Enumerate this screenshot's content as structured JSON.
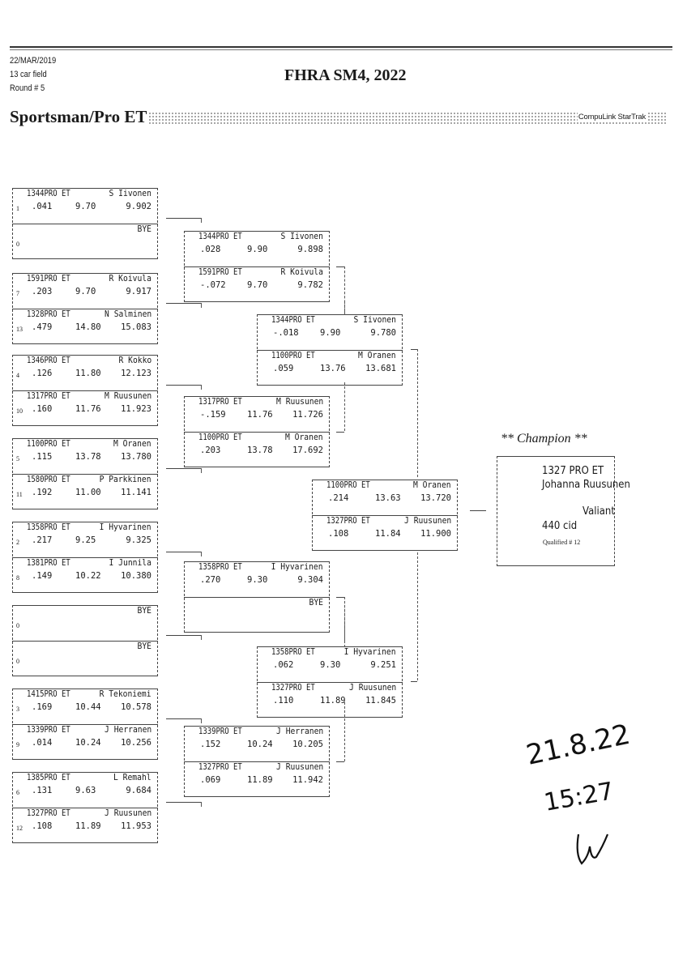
{
  "header": {
    "date": "22/MAR/2019",
    "field": "13 car field",
    "round": "Round # 5",
    "title": "FHRA SM4, 2022",
    "class_title": "Sportsman/Pro ET",
    "brand": "CompuLink StarTrak"
  },
  "round1": [
    {
      "top": {
        "car": "1344PRO ET",
        "driver": "S Iivonen",
        "seed": "1",
        "rt": ".041",
        "dial": "9.70",
        "et": "9.902"
      },
      "bot": {
        "car": "",
        "driver": "BYE",
        "seed": "0",
        "rt": "",
        "dial": "",
        "et": ""
      }
    },
    {
      "top": {
        "car": "1591PRO ET",
        "driver": "R Koivula",
        "seed": "7",
        "rt": ".203",
        "dial": "9.70",
        "et": "9.917"
      },
      "bot": {
        "car": "1328PRO ET",
        "driver": "N Salminen",
        "seed": "13",
        "rt": ".479",
        "dial": "14.80",
        "et": "15.083"
      }
    },
    {
      "top": {
        "car": "1346PRO ET",
        "driver": "R Kokko",
        "seed": "4",
        "rt": ".126",
        "dial": "11.80",
        "et": "12.123"
      },
      "bot": {
        "car": "1317PRO ET",
        "driver": "M Ruusunen",
        "seed": "10",
        "rt": ".160",
        "dial": "11.76",
        "et": "11.923"
      }
    },
    {
      "top": {
        "car": "1100PRO ET",
        "driver": "M Oranen",
        "seed": "5",
        "rt": ".115",
        "dial": "13.78",
        "et": "13.780"
      },
      "bot": {
        "car": "1580PRO ET",
        "driver": "P Parkkinen",
        "seed": "11",
        "rt": ".192",
        "dial": "11.00",
        "et": "11.141"
      }
    },
    {
      "top": {
        "car": "1358PRO ET",
        "driver": "I Hyvarinen",
        "seed": "2",
        "rt": ".217",
        "dial": "9.25",
        "et": "9.325"
      },
      "bot": {
        "car": "1381PRO ET",
        "driver": "I Junnila",
        "seed": "8",
        "rt": ".149",
        "dial": "10.22",
        "et": "10.380"
      }
    },
    {
      "top": {
        "car": "",
        "driver": "BYE",
        "seed": "0",
        "rt": "",
        "dial": "",
        "et": ""
      },
      "bot": {
        "car": "",
        "driver": "BYE",
        "seed": "0",
        "rt": "",
        "dial": "",
        "et": ""
      }
    },
    {
      "top": {
        "car": "1415PRO ET",
        "driver": "R Tekoniemi",
        "seed": "3",
        "rt": ".169",
        "dial": "10.44",
        "et": "10.578"
      },
      "bot": {
        "car": "1339PRO ET",
        "driver": "J Herranen",
        "seed": "9",
        "rt": ".014",
        "dial": "10.24",
        "et": "10.256"
      }
    },
    {
      "top": {
        "car": "1385PRO ET",
        "driver": "L Remahl",
        "seed": "6",
        "rt": ".131",
        "dial": "9.63",
        "et": "9.684"
      },
      "bot": {
        "car": "1327PRO ET",
        "driver": "J Ruusunen",
        "seed": "12",
        "rt": ".108",
        "dial": "11.89",
        "et": "11.953"
      }
    }
  ],
  "round2": [
    {
      "top": {
        "car": "1344PRO ET",
        "driver": "S Iivonen",
        "seed": "",
        "rt": ".028",
        "dial": "9.90",
        "et": "9.898"
      },
      "bot": {
        "car": "1591PRO ET",
        "driver": "R Koivula",
        "seed": "",
        "rt": "-.072",
        "dial": "9.70",
        "et": "9.782"
      }
    },
    {
      "top": {
        "car": "1317PRO ET",
        "driver": "M Ruusunen",
        "seed": "",
        "rt": "-.159",
        "dial": "11.76",
        "et": "11.726"
      },
      "bot": {
        "car": "1100PRO ET",
        "driver": "M Oranen",
        "seed": "",
        "rt": ".203",
        "dial": "13.78",
        "et": "17.692"
      }
    },
    {
      "top": {
        "car": "1358PRO ET",
        "driver": "I Hyvarinen",
        "seed": "",
        "rt": ".270",
        "dial": "9.30",
        "et": "9.304"
      },
      "bot": {
        "car": "",
        "driver": "BYE",
        "seed": "",
        "rt": "",
        "dial": "",
        "et": ""
      }
    },
    {
      "top": {
        "car": "1339PRO ET",
        "driver": "J Herranen",
        "seed": "",
        "rt": ".152",
        "dial": "10.24",
        "et": "10.205"
      },
      "bot": {
        "car": "1327PRO ET",
        "driver": "J Ruusunen",
        "seed": "",
        "rt": ".069",
        "dial": "11.89",
        "et": "11.942"
      }
    }
  ],
  "round3": [
    {
      "top": {
        "car": "1344PRO ET",
        "driver": "S Iivonen",
        "seed": "",
        "rt": "-.018",
        "dial": "9.90",
        "et": "9.780"
      },
      "bot": {
        "car": "1100PRO ET",
        "driver": "M Oranen",
        "seed": "",
        "rt": ".059",
        "dial": "13.76",
        "et": "13.681"
      }
    },
    {
      "top": {
        "car": "1358PRO ET",
        "driver": "I Hyvarinen",
        "seed": "",
        "rt": ".062",
        "dial": "9.30",
        "et": "9.251"
      },
      "bot": {
        "car": "1327PRO ET",
        "driver": "J Ruusunen",
        "seed": "",
        "rt": ".110",
        "dial": "11.89",
        "et": "11.845"
      }
    }
  ],
  "final": [
    {
      "top": {
        "car": "1100PRO ET",
        "driver": "M Oranen",
        "seed": "",
        "rt": ".214",
        "dial": "13.63",
        "et": "13.720"
      },
      "bot": {
        "car": "1327PRO ET",
        "driver": "J Ruusunen",
        "seed": "",
        "rt": ".108",
        "dial": "11.84",
        "et": "11.900"
      }
    }
  ],
  "champion": {
    "label": "** Champion **",
    "car": "1327 PRO ET",
    "driver": "Johanna Ruusunen",
    "vehicle": "Valiant",
    "engine": "440 cid",
    "qualified": "Qualified # 12"
  },
  "handwriting": {
    "date": "21.8.22",
    "time": "15:27",
    "initials": "W"
  }
}
